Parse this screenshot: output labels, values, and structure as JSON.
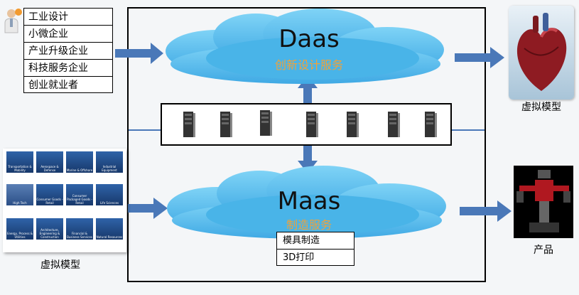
{
  "users": [
    "工业设计",
    "小微企业",
    "产业升级企业",
    "科技服务企业",
    "创业就业者"
  ],
  "daas": {
    "title": "Daas",
    "subtitle": "创新设计服务"
  },
  "maas": {
    "title": "Maas",
    "subtitle": "制造服务"
  },
  "maas_services": [
    "模具制造",
    "3D打印"
  ],
  "right_top_caption": "虚拟模型",
  "right_bottom_caption": "产品",
  "left_bottom_caption": "虚拟模型",
  "industries": [
    "Transportation & Mobility",
    "Aerospace & Defense",
    "Marine & Offshore",
    "Industrial Equipment",
    "High Tech",
    "Consumer Goods - Retail",
    "Consumer Packaged Goods - Retail",
    "Life Sciences",
    "Energy, Process & Utilities",
    "Architecture, Engineering & Construction",
    "Financial & Business Services",
    "Natural Resources"
  ],
  "colors": {
    "arrow": "#4a78b8",
    "cloud": "#5ec3f0",
    "subtitle": "#f0a23a"
  }
}
